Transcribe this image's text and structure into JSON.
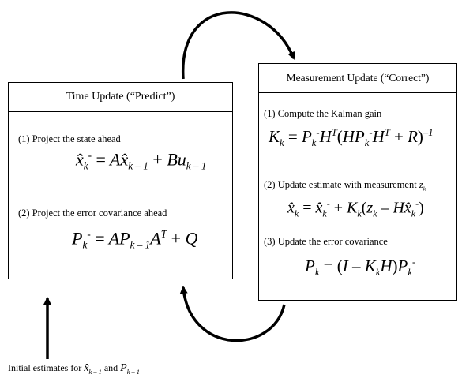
{
  "time_update": {
    "title": "Time Update (“Predict”)",
    "step1": "(1) Project the state ahead",
    "step2": "(2) Project the error covariance ahead"
  },
  "measurement_update": {
    "title": "Measurement Update (“Correct”)",
    "step1": "(1) Compute the Kalman gain",
    "step2": "(2) Update estimate with measurement",
    "step3": "(3) Update the error covariance"
  },
  "initial": {
    "text": "Initial estimates for",
    "and": "and"
  }
}
